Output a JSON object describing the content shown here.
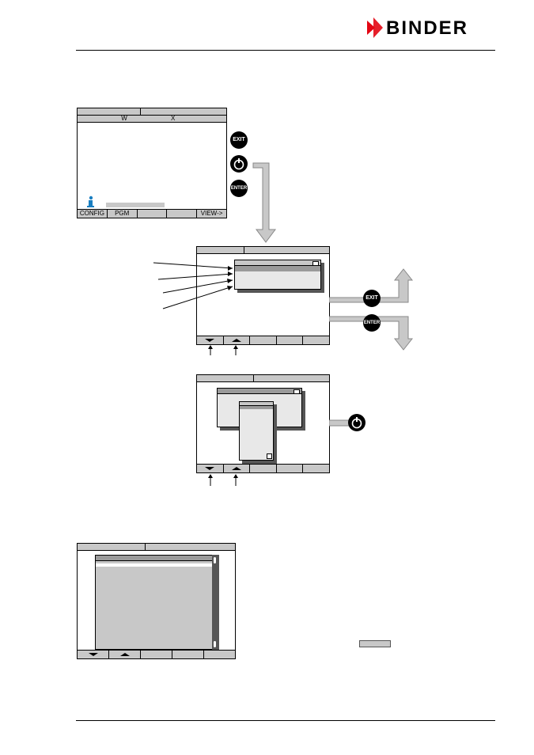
{
  "header": {
    "brand": "BINDER"
  },
  "screen1": {
    "columns": [
      "W",
      "X"
    ],
    "softkeys": [
      "CONFIG",
      "PGM",
      "",
      "",
      "VIEW->"
    ],
    "info_icon": "info-icon"
  },
  "buttons": {
    "exit": "EXIT",
    "enter": "ENTER",
    "knob": "knob-icon"
  },
  "colors": {
    "panel_gray": "#c8c8c8",
    "light_gray": "#e8e8e8",
    "info_blue": "#1a7fc1",
    "brand_red": "#e30613"
  }
}
